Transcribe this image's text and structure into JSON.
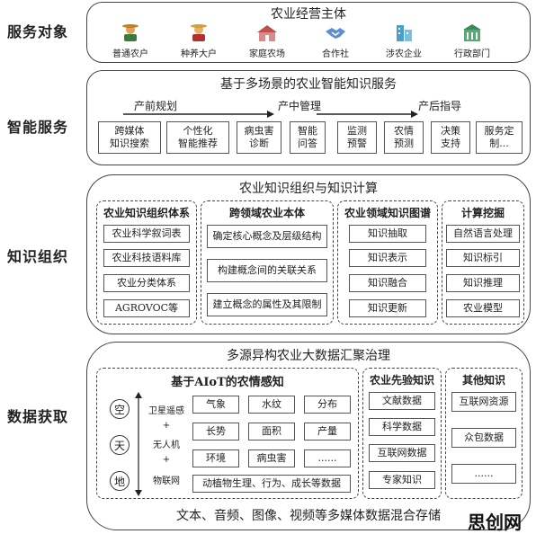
{
  "rows": {
    "service_target": "服务对象",
    "smart_service": "智能服务",
    "knowledge_org": "知识组织",
    "data_acquisition": "数据获取"
  },
  "service_target": {
    "title": "农业经营主体",
    "entities": [
      {
        "label": "普通农户",
        "icon": "farmer-icon"
      },
      {
        "label": "种养大户",
        "icon": "big-farmer-icon"
      },
      {
        "label": "家庭农场",
        "icon": "family-farm-icon"
      },
      {
        "label": "合作社",
        "icon": "handshake-icon"
      },
      {
        "label": "涉农企业",
        "icon": "enterprise-building-icon"
      },
      {
        "label": "行政部门",
        "icon": "government-building-icon"
      }
    ]
  },
  "smart_service": {
    "title": "基于多场景的农业智能知识服务",
    "stages": [
      "产前规划",
      "产中管理",
      "产后指导"
    ],
    "services": [
      "跨媒体\n知识搜索",
      "个性化\n智能推荐",
      "病虫害\n诊断",
      "智能\n问答",
      "监测\n预警",
      "农情\n预测",
      "决策\n支持",
      "服务定\n制..."
    ]
  },
  "knowledge_org": {
    "title": "农业知识组织与知识计算",
    "columns": [
      {
        "title": "农业知识组织体系",
        "items": [
          "农业科学叙词表",
          "农业科技语料库",
          "农业分类体系",
          "AGROVOC等"
        ]
      },
      {
        "title": "跨领域农业本体",
        "items": [
          "确定核心概念及层级结构",
          "构建概念间的关联关系",
          "建立概念的属性及其限制"
        ]
      },
      {
        "title": "农业领域知识图谱",
        "items": [
          "知识抽取",
          "知识表示",
          "知识融合",
          "知识更新"
        ]
      },
      {
        "title": "计算挖掘",
        "items": [
          "自然语言处理",
          "知识标引",
          "知识推理",
          "农业模型"
        ]
      }
    ]
  },
  "data_acquisition": {
    "title": "多源异构农业大数据汇聚治理",
    "aiot": {
      "title": "基于AIoT的农情感知",
      "tiers": [
        "空",
        "天",
        "地"
      ],
      "sources": [
        "卫星遥感",
        "+",
        "无人机",
        "+",
        "物联网"
      ],
      "grid": [
        "气象",
        "水纹",
        "分布",
        "长势",
        "面积",
        "产量",
        "环境",
        "病虫害",
        "......"
      ],
      "wide": "动植物生理、行为、成长等数据"
    },
    "prior": {
      "title": "农业先验知识",
      "items": [
        "文献数据",
        "科学数据",
        "互联网数据",
        "专家知识"
      ]
    },
    "other": {
      "title": "其他知识",
      "items": [
        "互联网资源",
        "众包数据",
        "......"
      ]
    },
    "footer": "文本、音频、图像、视频等多媒体数据混合存储"
  },
  "watermark": "思创网"
}
